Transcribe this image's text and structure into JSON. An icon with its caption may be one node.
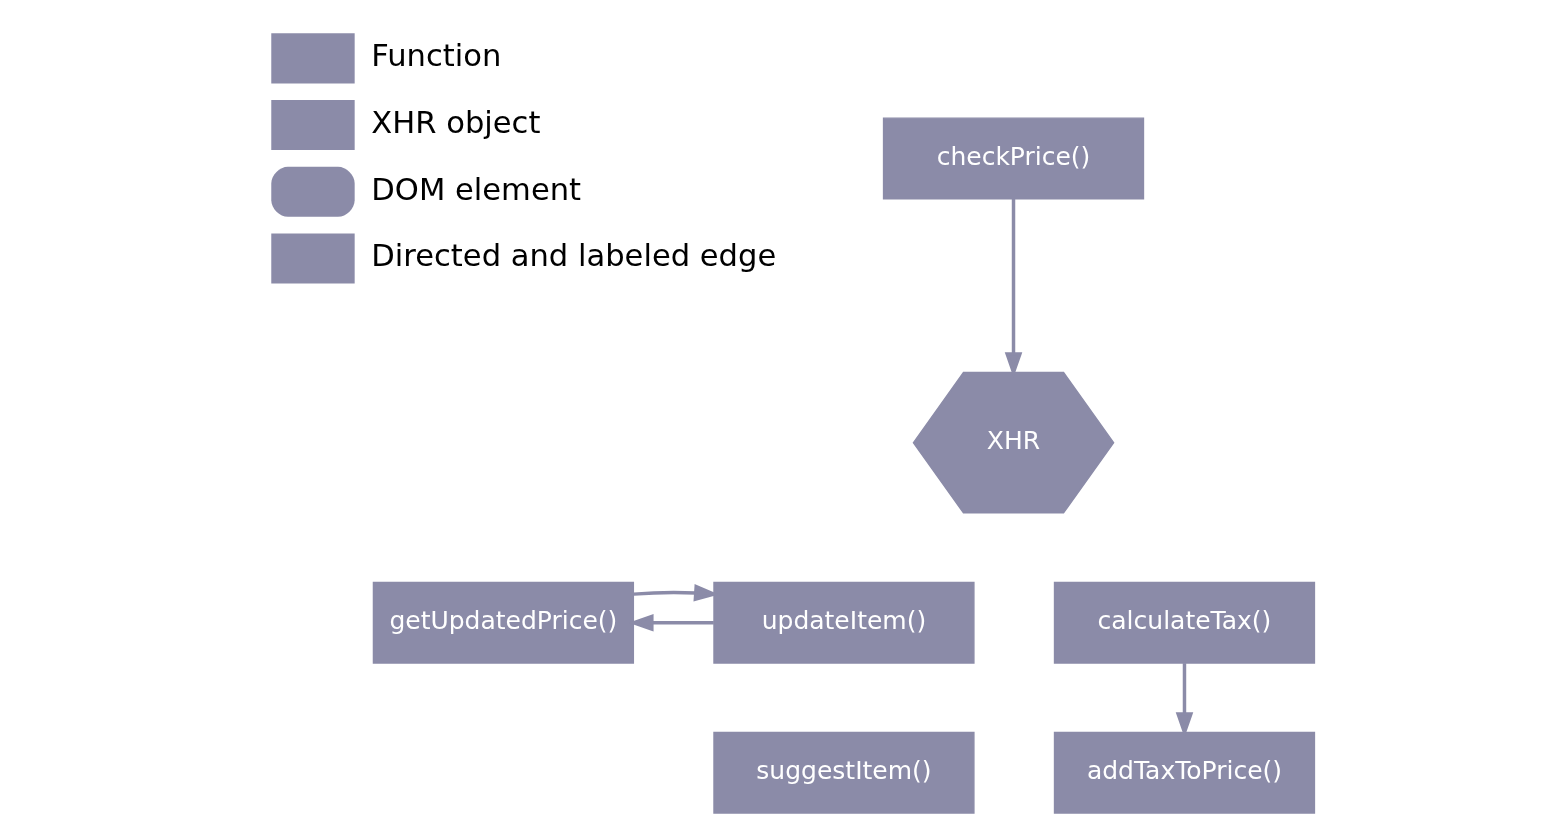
{
  "diagram": {
    "nodes": [
      {
        "text": [
          "checkPrice()"
        ]
      },
      {
        "text": [
          "XHR"
        ]
      },
      {
        "text": [
          "getUpdatedPrice()"
        ]
      },
      {
        "text": [
          "updateItem()"
        ]
      },
      {
        "text": [
          "calculateTax()"
        ]
      },
      {
        "text": [
          "suggestItem()"
        ]
      },
      {
        "text": [
          "addTaxToPrice()"
        ]
      }
    ],
    "edges": [
      {
        "from": 0,
        "to": 1,
        "arrow": "to"
      },
      {
        "from": 3,
        "to": 2,
        "arrow": "to"
      },
      {
        "from": 2,
        "to": 3,
        "arrow": "to"
      },
      {
        "from": 4,
        "to": 6,
        "arrow": "to"
      }
    ],
    "legend": [
      {
        "text": "Function",
        "color": "#8b8ba8"
      },
      {
        "text": "XHR object",
        "color": "#8b8ba8"
      },
      {
        "text": "DOM element",
        "color": "#8b8ba8"
      },
      {
        "text": "Directed and labeled edge"
      }
    ]
  }
}
